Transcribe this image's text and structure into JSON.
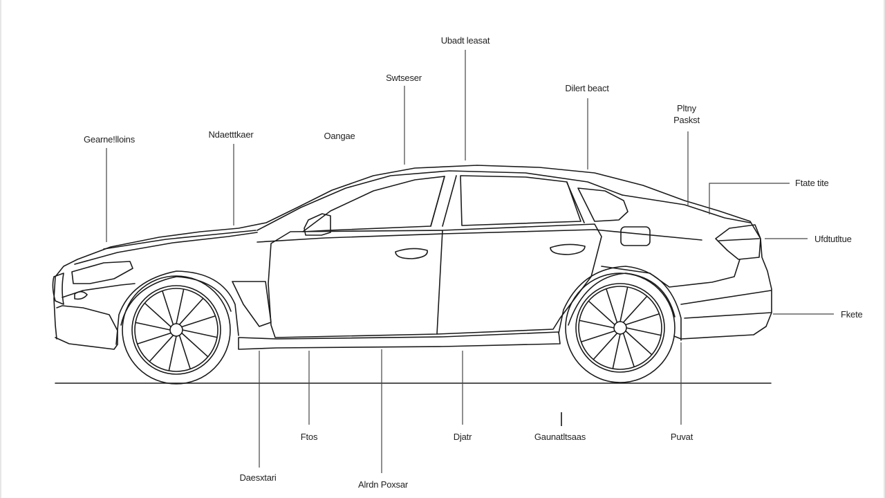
{
  "diagram": {
    "callouts": {
      "top_1": "Ubadt leasat",
      "top_2": "Swtseser",
      "top_3": "Dilert beact",
      "top_4_line1": "Pltny",
      "top_4_line2": "Paskst",
      "top_left_1": "Gearne!lloins",
      "top_left_2": "Ndaetttkaer",
      "top_left_3": "Oangae",
      "right_1": "Ftate tite",
      "right_2": "Ufdtutltue",
      "right_3": "Fkete",
      "bottom_1": "Ftos",
      "bottom_2": "Djatr",
      "bottom_3": "Gaunatltsaas",
      "bottom_4": "Puvat",
      "bottom_5": "Daesxtari",
      "bottom_6": "Alrdn Poxsar"
    },
    "colors": {
      "stroke": "#1a1a1a",
      "background": "#ffffff"
    }
  }
}
